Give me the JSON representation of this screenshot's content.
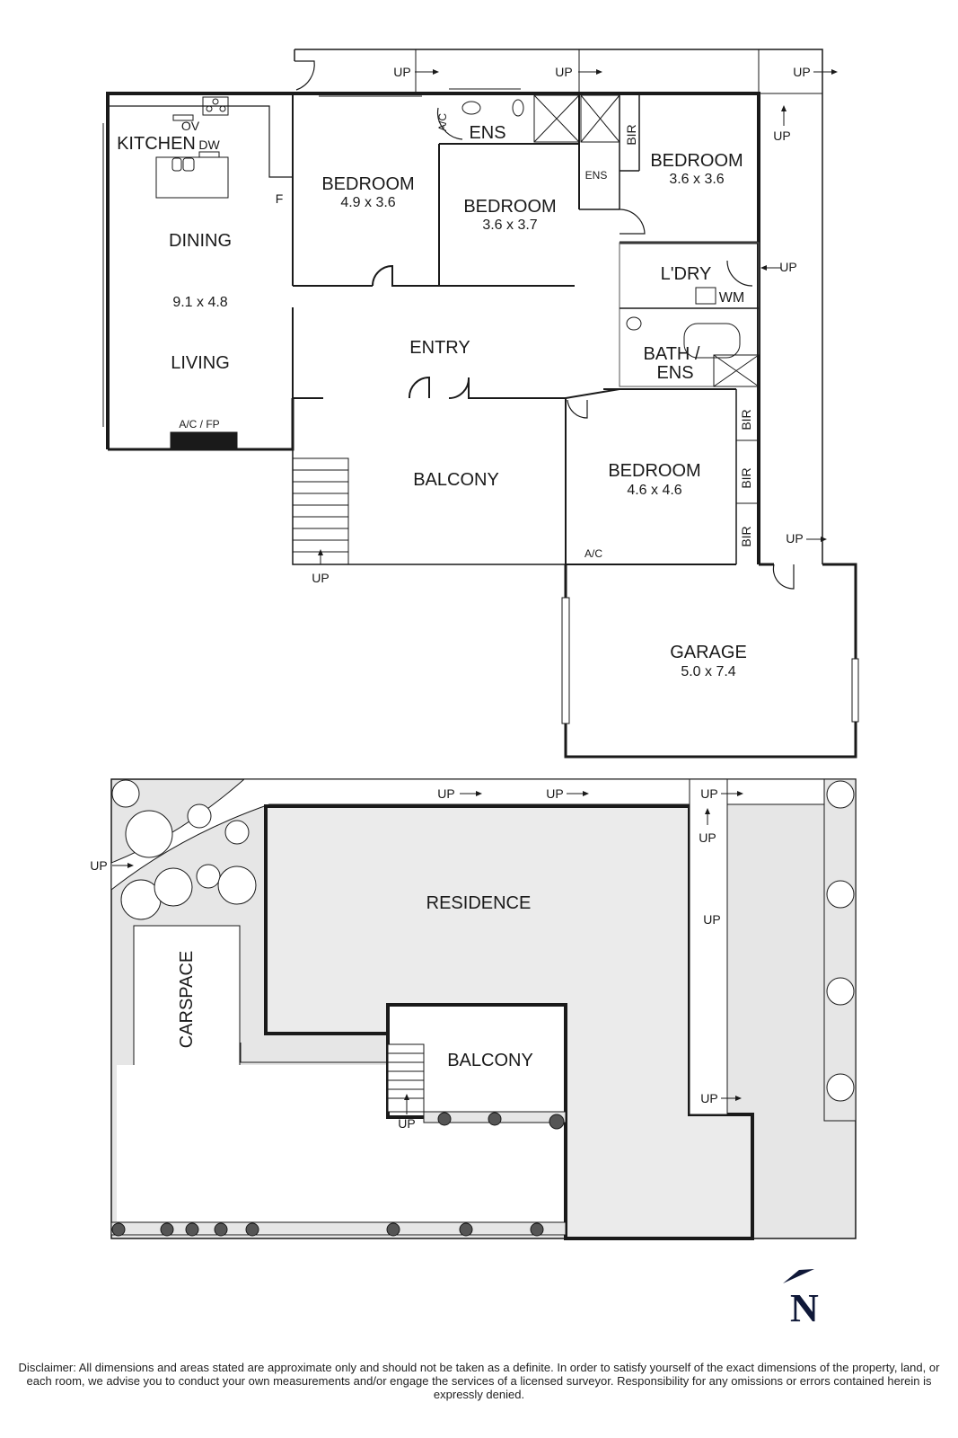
{
  "upper_floor": {
    "rooms": [
      {
        "id": "kitchen",
        "label": "KITCHEN"
      },
      {
        "id": "dining",
        "label": "DINING"
      },
      {
        "id": "living_dim",
        "label": "9.1 x 4.8"
      },
      {
        "id": "living",
        "label": "LIVING"
      },
      {
        "id": "bed1",
        "label": "BEDROOM",
        "dim": "4.9 x 3.6"
      },
      {
        "id": "bed2",
        "label": "BEDROOM",
        "dim": "3.6 x 3.7"
      },
      {
        "id": "bed3",
        "label": "BEDROOM",
        "dim": "3.6 x 3.6"
      },
      {
        "id": "bed4",
        "label": "BEDROOM",
        "dim": "4.6 x 4.6"
      },
      {
        "id": "entry",
        "label": "ENTRY"
      },
      {
        "id": "balcony",
        "label": "BALCONY"
      },
      {
        "id": "ldry",
        "label": "L'DRY"
      },
      {
        "id": "bath1",
        "label": "BATH /"
      },
      {
        "id": "bath2",
        "label": "ENS"
      },
      {
        "id": "ens1",
        "label": "ENS"
      },
      {
        "id": "ens2",
        "label": "ENS"
      },
      {
        "id": "garage",
        "label": "GARAGE",
        "dim": "5.0 x 7.4"
      }
    ],
    "fixtures": {
      "ov": "OV",
      "dw": "DW",
      "fridge": "F",
      "ac": "A/C",
      "acfp": "A/C / FP",
      "wm": "WM",
      "bir": "BIR"
    },
    "stairs_label": "UP"
  },
  "site_plan": {
    "residence": "RESIDENCE",
    "balcony": "BALCONY",
    "carspace": "CARSPACE",
    "up": "UP"
  },
  "compass": {
    "label": "N"
  },
  "disclaimer": "Disclaimer: All dimensions and areas stated are approximate only and should not be taken as a definite. In order to satisfy yourself of the exact dimensions of the property, land, or each room, we advise you to conduct your own measurements and/or engage the services of a licensed surveyor. Responsibility for any omissions or errors contained herein is expressly denied."
}
